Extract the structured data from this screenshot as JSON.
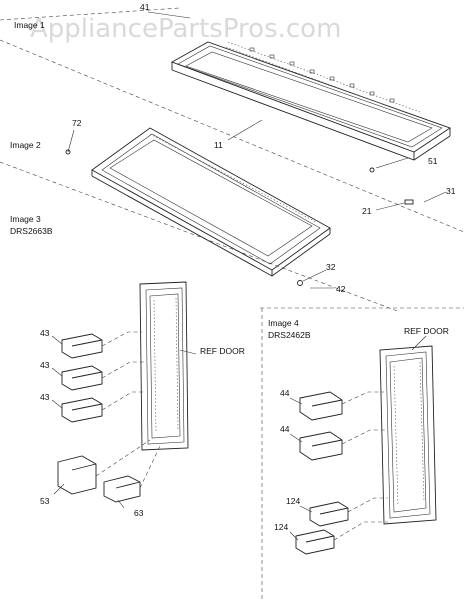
{
  "watermark": "AppliancePartsPros.com",
  "section_labels": {
    "image1": "Image 1",
    "image2": "Image 2",
    "image3": "Image 3",
    "image3_model": "DRS2663B",
    "image4": "Image 4",
    "image4_model": "DRS2462B"
  },
  "door_labels": {
    "ref_door_left": "REF DOOR",
    "ref_door_right": "REF DOOR"
  },
  "part_numbers": {
    "p41": "41",
    "p11": "11",
    "p72": "72",
    "p51": "51",
    "p31": "31",
    "p21": "21",
    "p32": "32",
    "p42": "42",
    "p43a": "43",
    "p43b": "43",
    "p43c": "43",
    "p53": "53",
    "p63": "63",
    "p44a": "44",
    "p44b": "44",
    "p124a": "124",
    "p124b": "124"
  }
}
